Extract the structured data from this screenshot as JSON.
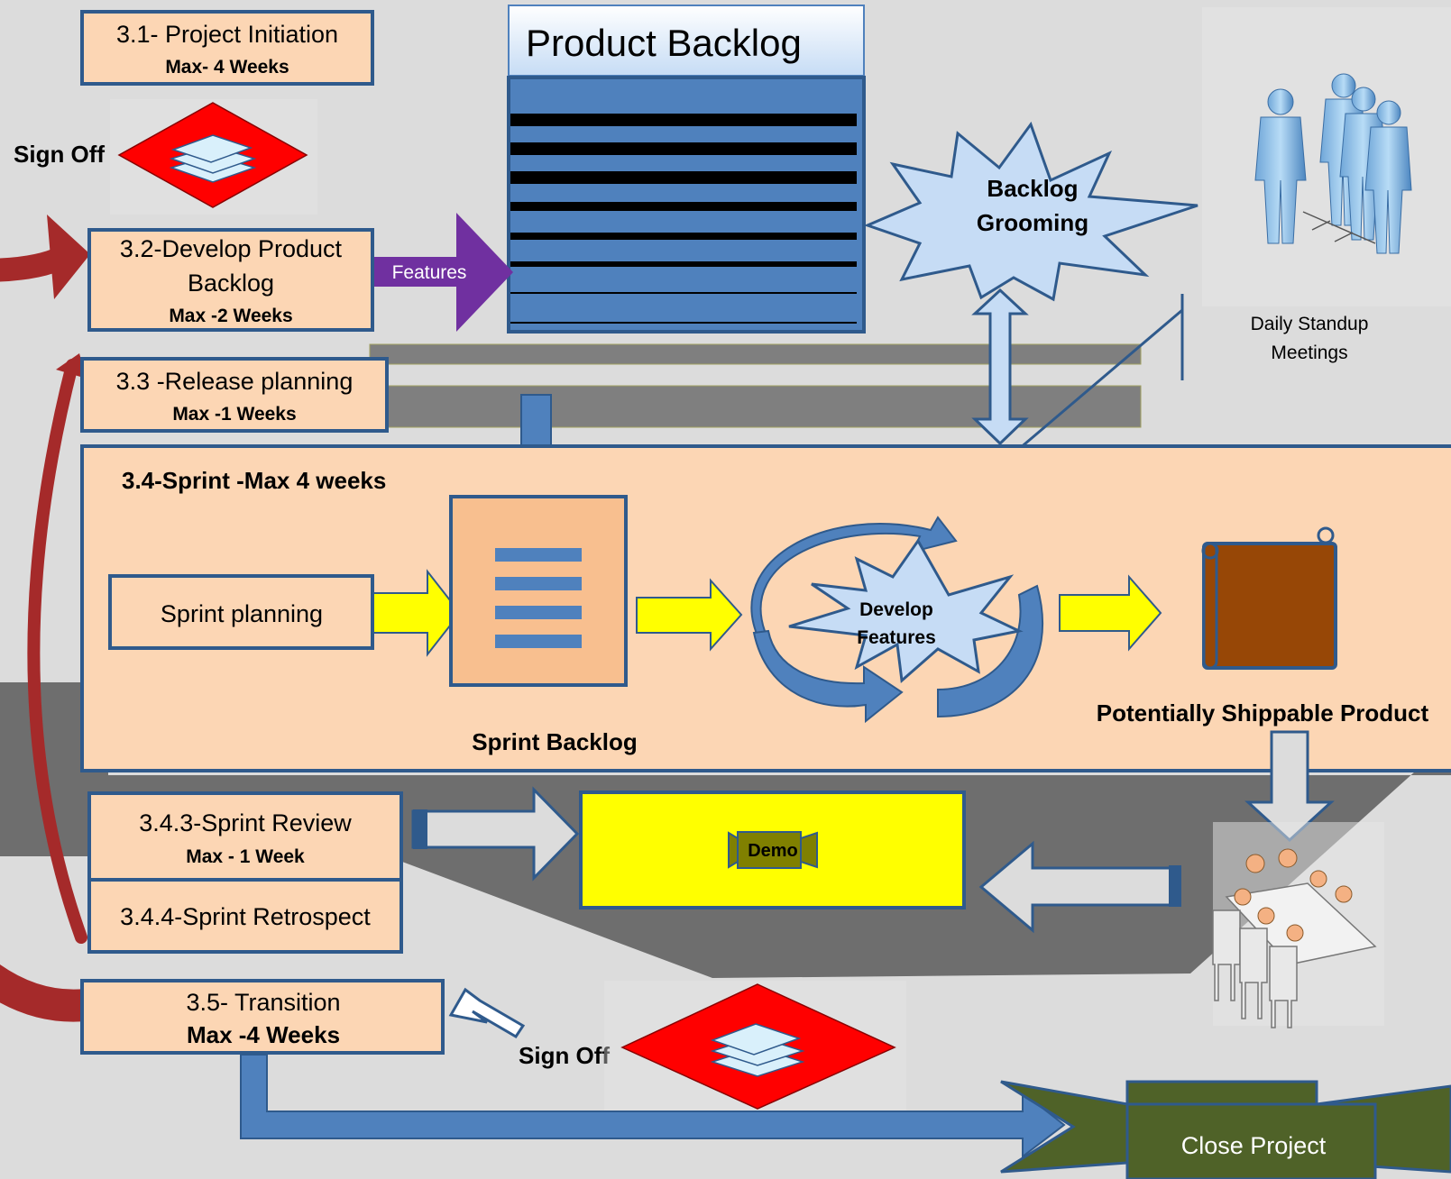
{
  "initiation": {
    "title": "3.1- Project Initiation",
    "duration": "Max- 4 Weeks"
  },
  "sign_off_top": "Sign Off",
  "develop_backlog": {
    "title_line1": "3.2-Develop Product",
    "title_line2": "Backlog",
    "duration": "Max -2 Weeks"
  },
  "features_arrow": "Features",
  "product_backlog": {
    "title": "Product Backlog"
  },
  "backlog_grooming": {
    "line1": "Backlog",
    "line2": "Grooming"
  },
  "daily_standup": {
    "line1": "Daily Standup",
    "line2": "Meetings"
  },
  "release_planning": {
    "title": "3.3 -Release planning",
    "duration": "Max -1 Weeks"
  },
  "sprint": {
    "title": "3.4-Sprint  -Max 4 weeks",
    "planning": "Sprint planning",
    "backlog_label": "Sprint Backlog",
    "develop_line1": "Develop",
    "develop_line2": "Features",
    "product_label": "Potentially Shippable Product"
  },
  "sprint_review": {
    "title": "3.4.3-Sprint Review",
    "duration": "Max - 1 Week"
  },
  "sprint_retrospect": {
    "title": "3.4.4-Sprint Retrospect"
  },
  "demo": "Demo",
  "transition": {
    "title": "3.5- Transition",
    "duration": "Max -4 Weeks"
  },
  "sign_off_bottom": "Sign Off",
  "close_project": "Close Project",
  "colors": {
    "background": "#dcdcdc",
    "box_fill": "#fcd6b4",
    "box_border": "#2f5a8c",
    "blue": "#4f81bd",
    "yellow": "#ffff00",
    "purple": "#7030a0",
    "red_arrow": "#a52a2a",
    "green_banner": "#4f6228",
    "sign_off_red": "#ff0000"
  }
}
